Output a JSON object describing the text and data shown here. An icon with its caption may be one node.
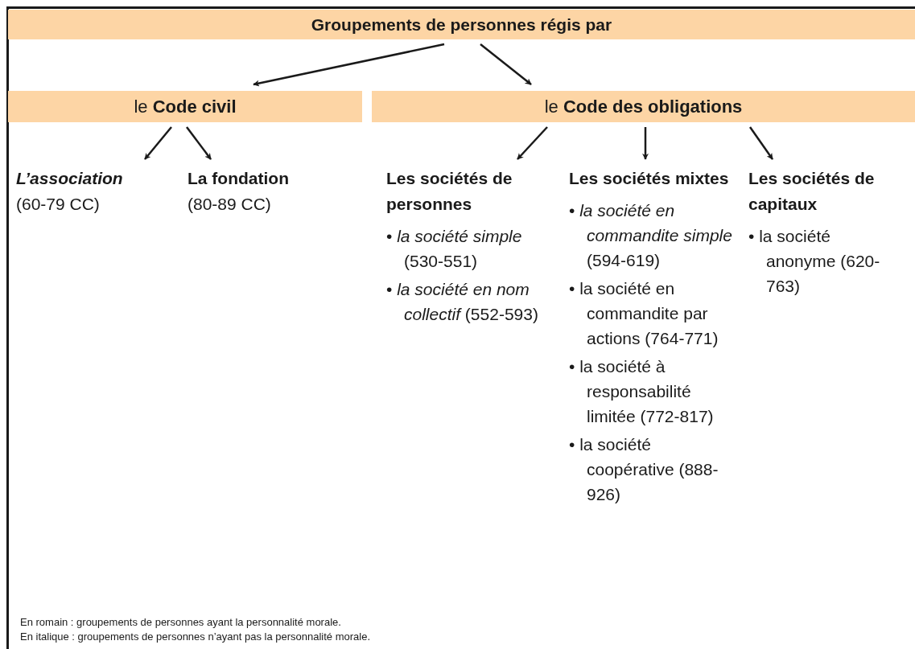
{
  "diagram": {
    "nodes": [
      {
        "text": [
          "Groupements de personnes régis par"
        ]
      },
      {
        "text": [
          "le **Code civil**"
        ]
      },
      {
        "text": [
          "le **Code des obligations**"
        ]
      },
      {
        "text": [
          "*L’association*",
          "(60-79 CC)"
        ]
      },
      {
        "text": [
          "La fondation",
          "(80-89 CC)"
        ]
      },
      {
        "text": [
          "Les sociétés de personnes",
          "• *la société simple* (530-551)",
          "• *la société en nom collectif* (552-593)"
        ]
      },
      {
        "text": [
          "Les sociétés mixtes",
          "• *la société en commandite simple* (594-619)",
          "• la société en commandite par actions (764-771)",
          "• la société à responsabilité limitée (772-817)",
          "• la société coopérative (888-926)"
        ]
      },
      {
        "text": [
          "Les sociétés de capitaux",
          "• la société anonyme (620-763)"
        ]
      }
    ],
    "edges": [
      {
        "from": 0,
        "to": 1,
        "arrow": "to"
      },
      {
        "from": 0,
        "to": 2,
        "arrow": "to"
      },
      {
        "from": 1,
        "to": 3,
        "arrow": "to"
      },
      {
        "from": 1,
        "to": 4,
        "arrow": "to"
      },
      {
        "from": 2,
        "to": 5,
        "arrow": "to"
      },
      {
        "from": 2,
        "to": 6,
        "arrow": "to"
      },
      {
        "from": 2,
        "to": 7,
        "arrow": "to"
      }
    ],
    "labels": [
      "En romain : groupements de personnes ayant la personnalité morale.",
      "En italique : groupements de personnes n’ayant pas la personnalité morale."
    ]
  }
}
